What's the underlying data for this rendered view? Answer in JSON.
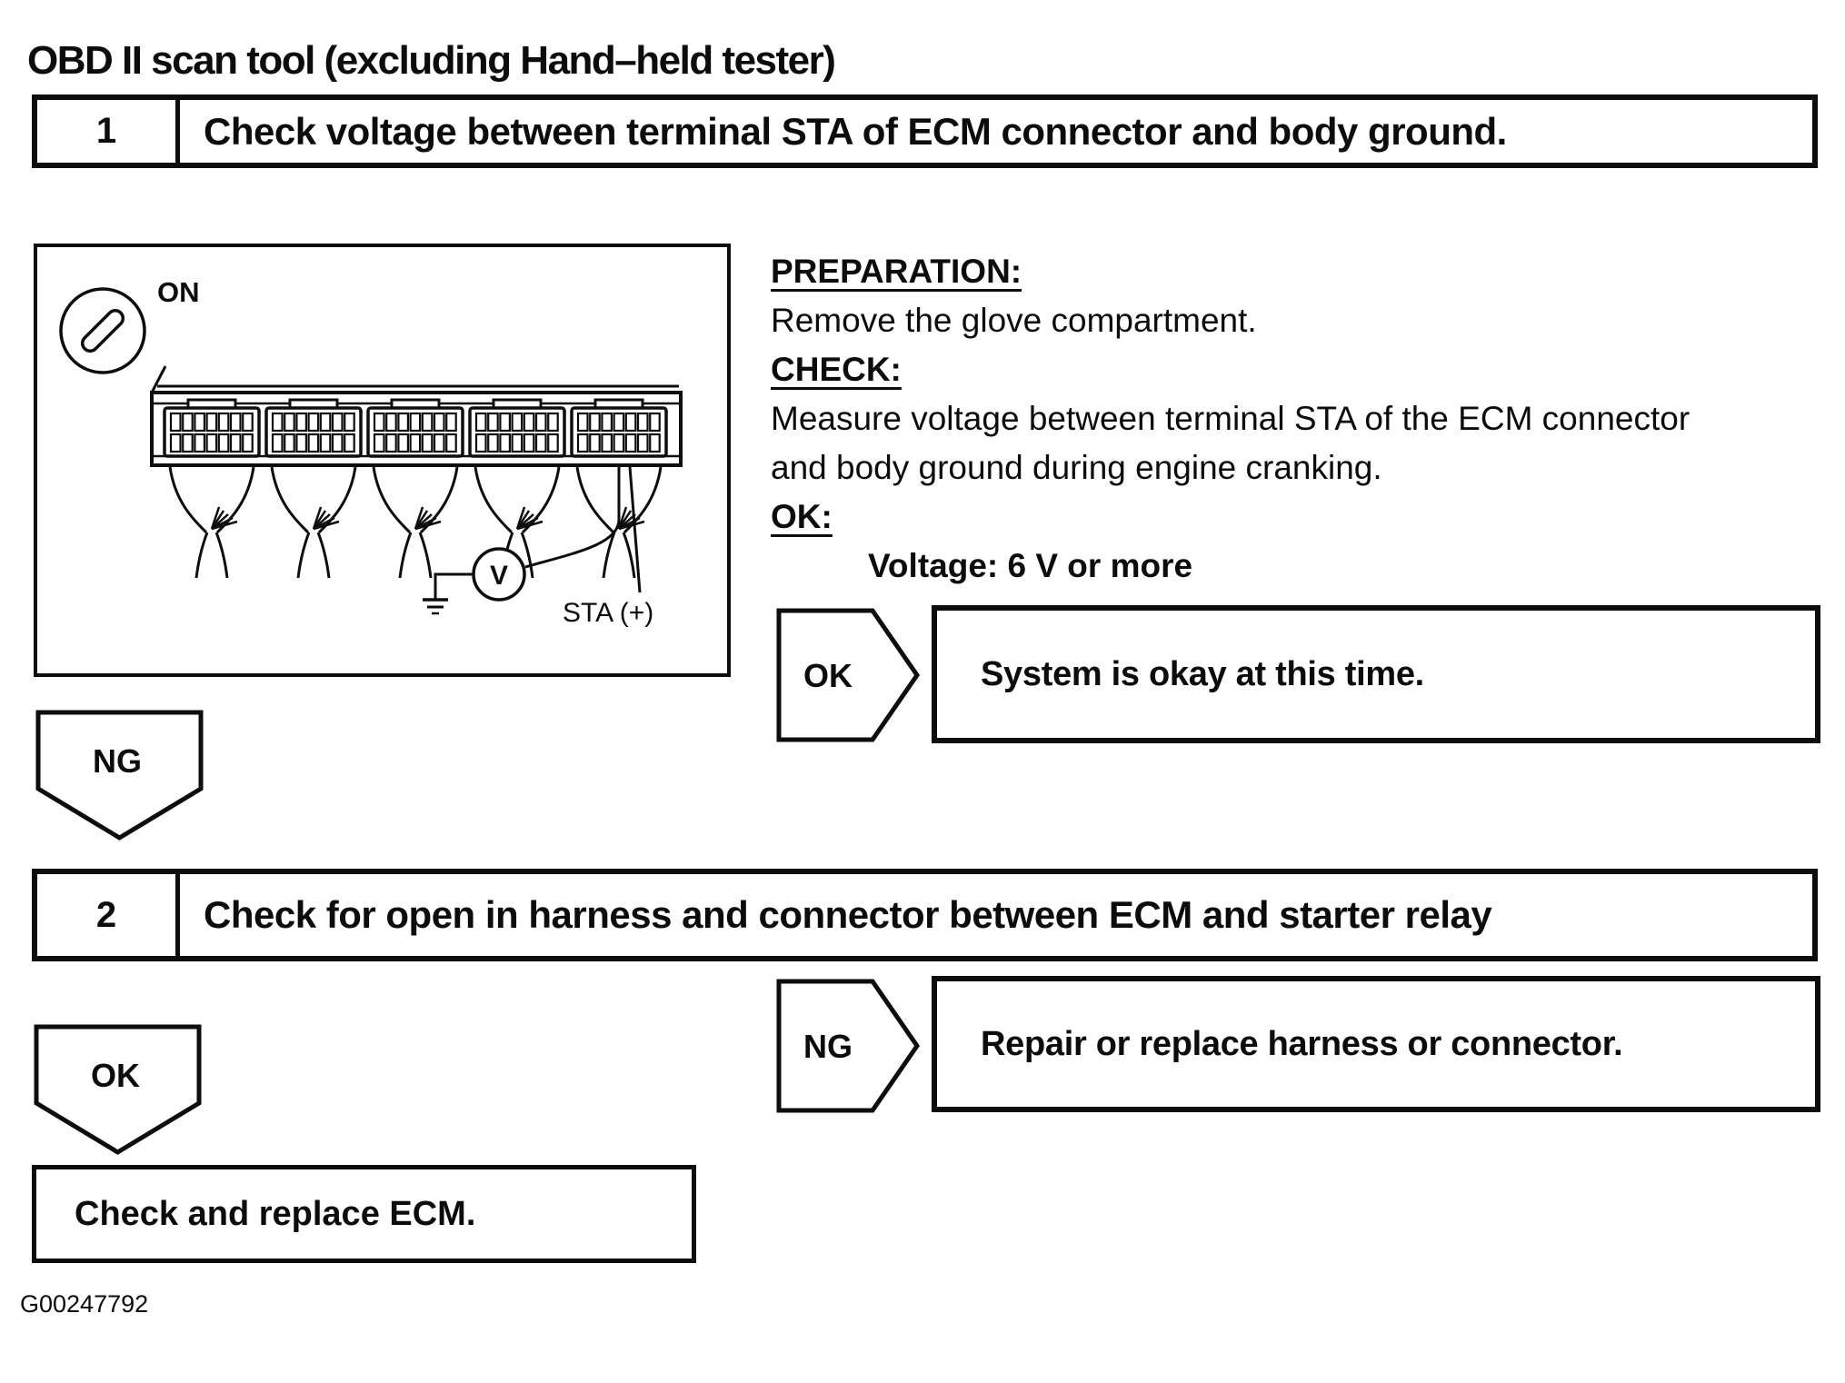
{
  "header": {
    "title": "OBD II scan tool (excluding Hand–held tester)"
  },
  "steps": [
    {
      "number": "1",
      "instruction": "Check voltage between terminal STA of ECM connector and body ground."
    },
    {
      "number": "2",
      "instruction": "Check for open in harness and connector between ECM and starter relay"
    }
  ],
  "procedure": {
    "preparation_heading": "PREPARATION:",
    "preparation_text": "Remove the glove compartment.",
    "check_heading": "CHECK:",
    "check_text": "Measure voltage between terminal STA of the ECM connector and body ground during engine cranking.",
    "ok_heading": "OK:",
    "ok_spec": "Voltage: 6 V or more"
  },
  "flow": {
    "ok_branch": {
      "badge": "OK",
      "result": "System is okay at this time."
    },
    "ng_connector_label": "NG",
    "ng_branch": {
      "badge": "NG",
      "result": "Repair or replace harness or connector."
    },
    "ok_connector_label": "OK",
    "final_action": "Check and replace ECM."
  },
  "illustration": {
    "ignition_position": "ON",
    "meter_label": "V",
    "terminal_label": "STA (+)"
  },
  "footer": {
    "figure_id": "G00247792"
  }
}
